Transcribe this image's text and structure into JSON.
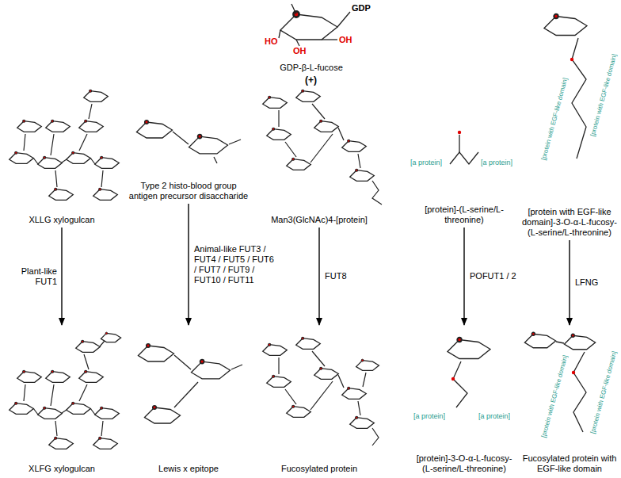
{
  "diagram": {
    "nodes": [
      {
        "text": [
          "GDP-β-L-fucose"
        ]
      },
      {
        "text": [
          "XLLG xylogulcan"
        ]
      },
      {
        "text": [
          "Type 2 histo-blood group antigen precursor disaccharide"
        ]
      },
      {
        "text": [
          "Man3(GlcNAc)4-[protein]"
        ]
      },
      {
        "text": [
          "[protein]-(L-serine/L-threonine)"
        ]
      },
      {
        "text": [
          "[protein with EGF-like domain]-3-O-α-L-fucosy-(L-serine/L-threonine)"
        ]
      },
      {
        "text": [
          "XLFG xylogulcan"
        ]
      },
      {
        "text": [
          "Lewis x epitope"
        ]
      },
      {
        "text": [
          "Fucosylated protein"
        ]
      },
      {
        "text": [
          "[protein]-3-O-α-L-fucosy-(L-serine/L-threonine)"
        ]
      },
      {
        "text": [
          "Fucosylated protein with EGF-like domain"
        ]
      }
    ],
    "edges": [
      {
        "from": 1,
        "to": 6,
        "arrow": "to",
        "label": "Plant-like FUT1"
      },
      {
        "from": 2,
        "to": 7,
        "arrow": "to",
        "label": "Animal-like FUT3 / FUT4 / FUT5 / FUT6 / FUT7 / FUT9 / FUT10 / FUT11"
      },
      {
        "from": 3,
        "to": 8,
        "arrow": "to",
        "label": "FUT8"
      },
      {
        "from": 4,
        "to": 9,
        "arrow": "to",
        "label": "POFUT1 / 2"
      },
      {
        "from": 5,
        "to": 10,
        "arrow": "to",
        "label": "LFNG"
      }
    ],
    "labels": [
      "(+)",
      "GDP",
      "HO",
      "OH",
      "OH",
      "[a protein]",
      "[a protein]",
      "[protein with EGF-like domain]",
      "[protein with EGF-like domain]",
      "[a protein]",
      "[a protein]",
      "[protein with EGF-like domain]",
      "[protein with EGF-like domain]"
    ]
  }
}
